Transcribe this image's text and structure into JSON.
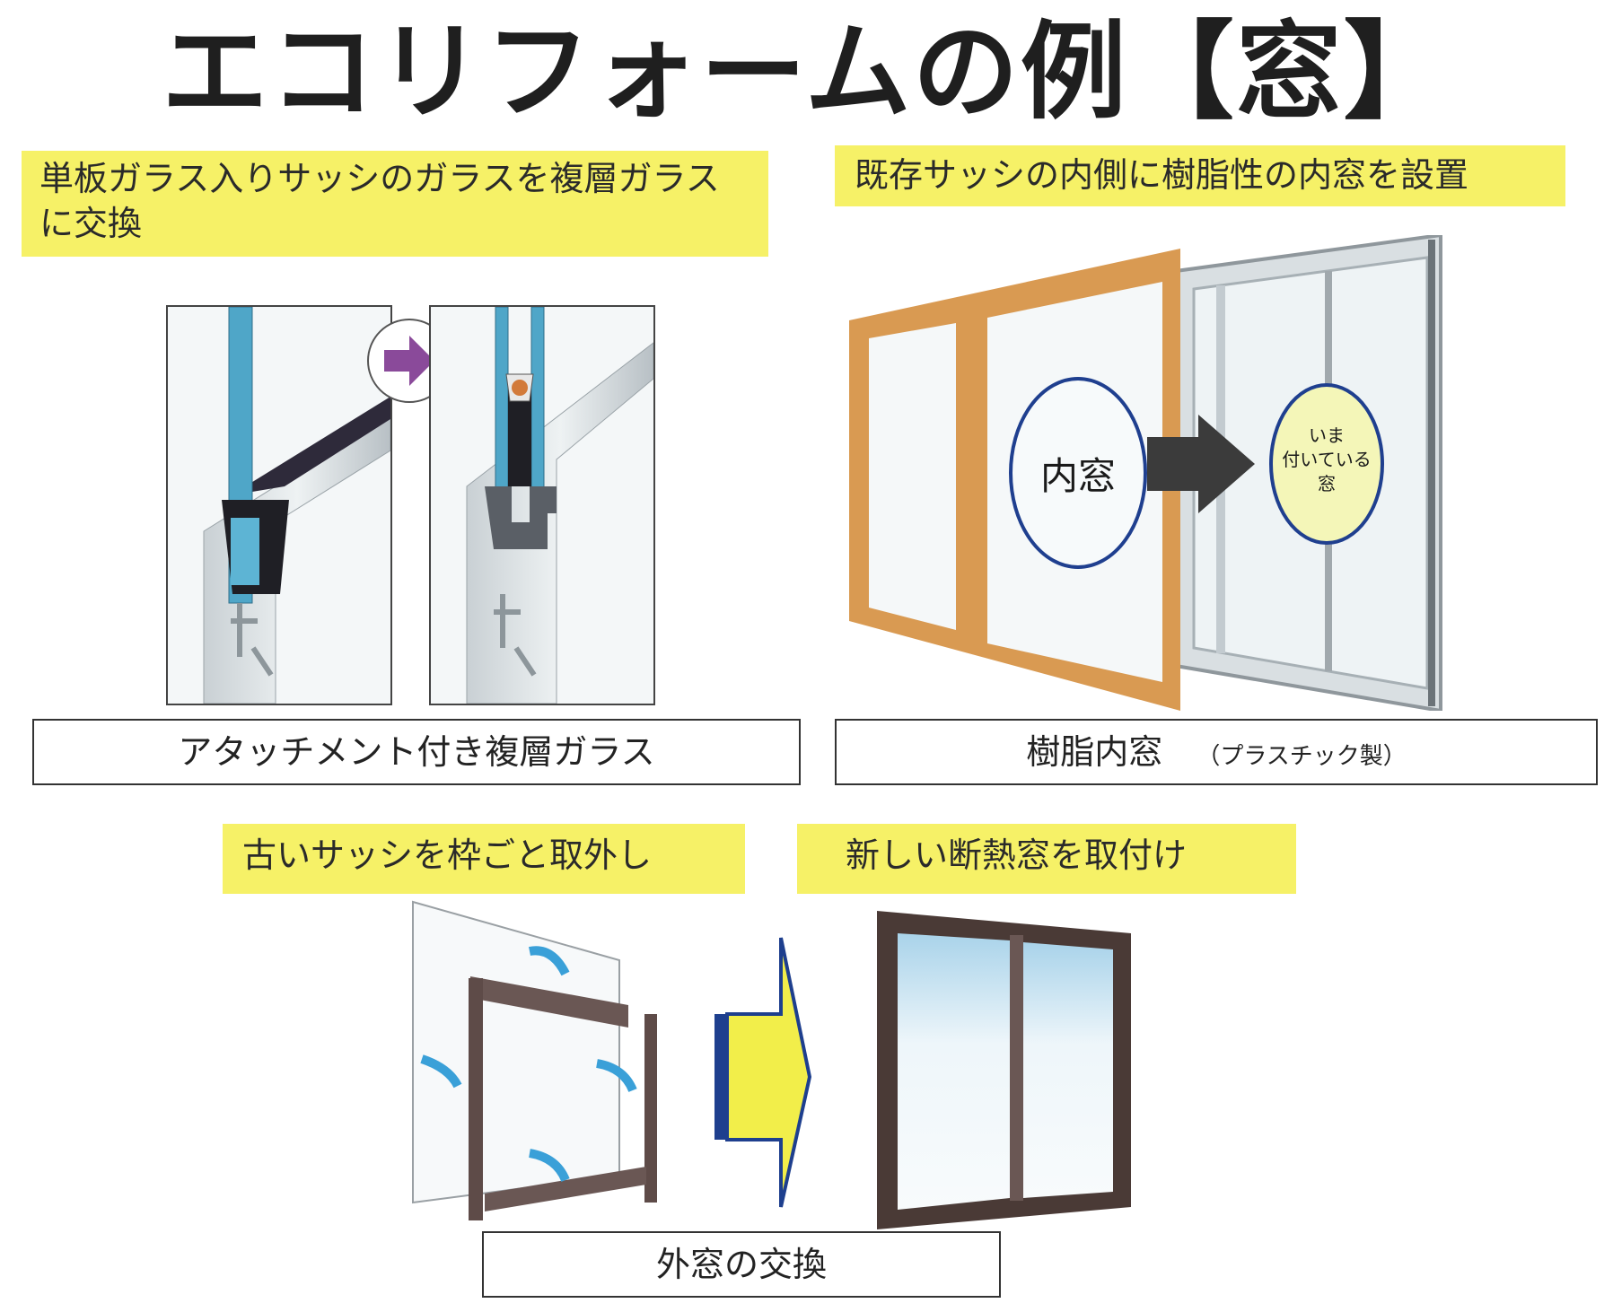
{
  "title": "エコリフォームの例【窓】",
  "section1": {
    "heading": "単板ガラス入りサッシのガラスを複層ガラスに交換",
    "caption": "アタッチメント付き複層ガラス"
  },
  "section2": {
    "heading": "既存サッシの内側に樹脂性の内窓を設置",
    "inner_label": "内窓",
    "existing_label_lines": [
      "いま",
      "付いている",
      "窓"
    ],
    "caption_main": "樹脂内窓",
    "caption_note": "（プラスチック製）"
  },
  "section3": {
    "heading_left": "古いサッシを枠ごと取外し",
    "heading_right": "新しい断熱窓を取付け",
    "caption": "外窓の交換"
  },
  "colors": {
    "highlight": "#f6f167",
    "glass_blue": "#4fa6c8",
    "arrow_purple": "#8a4a9a",
    "wood_frame": "#d99a52",
    "dark_frame": "#4a3a36",
    "ellipse_stroke": "#1f3f8f",
    "arrow_yellow": "#f2ee4a"
  },
  "icons": [
    "arrow-right-icon",
    "double-arrow-icon"
  ]
}
